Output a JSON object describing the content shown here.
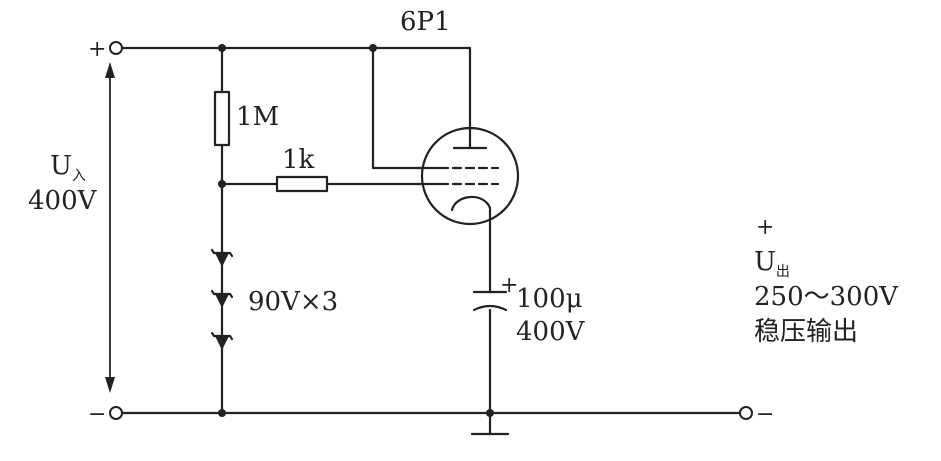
{
  "tube": {
    "label": "6P1"
  },
  "input": {
    "plus": "+",
    "minus": "−",
    "label_symbol": "U",
    "label_subscript": "入",
    "voltage": "400V"
  },
  "resistor_top": {
    "label": "1M"
  },
  "resistor_grid": {
    "label": "1k"
  },
  "zener": {
    "label": "90V×3"
  },
  "capacitor": {
    "plus": "+",
    "value": "100μ",
    "voltage": "400V"
  },
  "output": {
    "plus": "+",
    "minus": "−",
    "label_symbol": "U",
    "label_subscript": "出",
    "range": "250～300V",
    "description": "稳压输出"
  }
}
